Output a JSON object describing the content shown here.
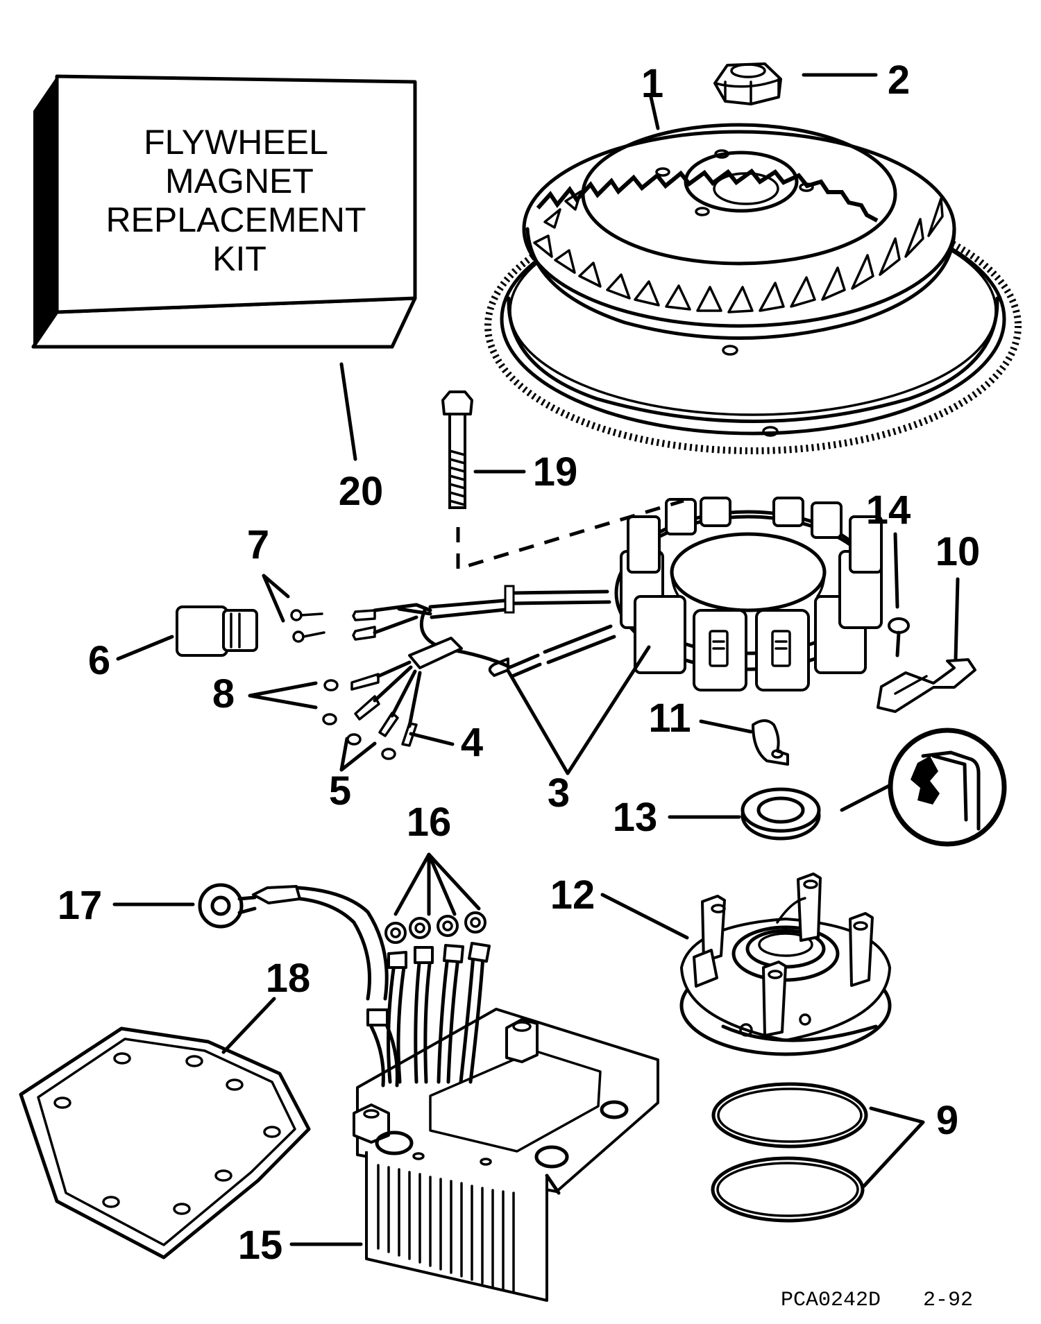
{
  "kit_label": [
    "FLYWHEEL",
    "MAGNET",
    "REPLACEMENT",
    "KIT"
  ],
  "callouts": {
    "c1": "1",
    "c2": "2",
    "c3": "3",
    "c4": "4",
    "c5": "5",
    "c6": "6",
    "c7": "7",
    "c8": "8",
    "c9": "9",
    "c10": "10",
    "c11": "11",
    "c12": "12",
    "c13": "13",
    "c14": "14",
    "c15": "15",
    "c16": "16",
    "c17": "17",
    "c18": "18",
    "c19": "19",
    "c20": "20"
  },
  "drawing_code": "PCA0242D",
  "date_code": "2-92"
}
